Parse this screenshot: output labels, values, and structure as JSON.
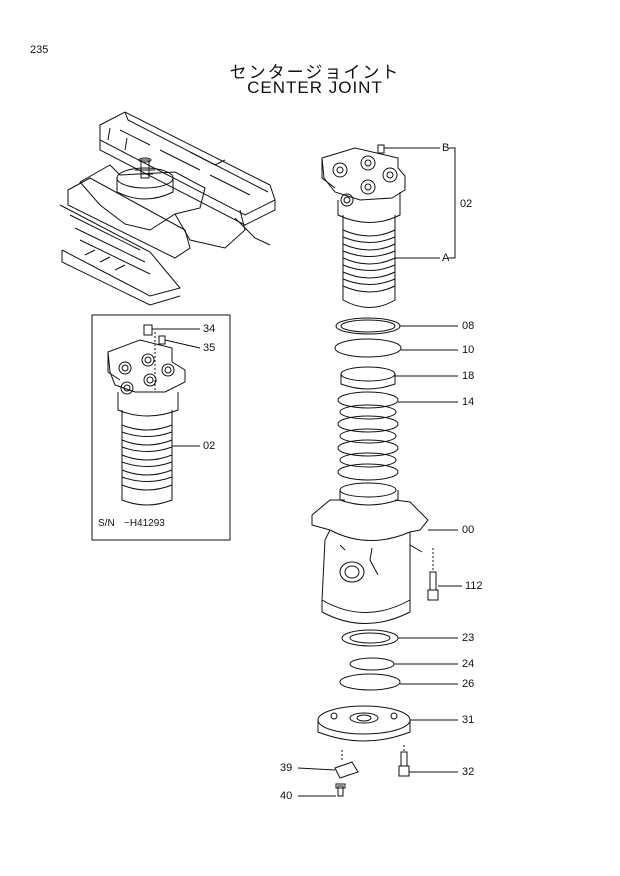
{
  "page_number": "235",
  "title_jp": "センタージョイント",
  "title_en": "CENTER JOINT",
  "serial_note": {
    "prefix": "S/N",
    "range": "~H41293"
  },
  "callouts": {
    "b": "B",
    "a": "A",
    "p02": "02",
    "p08": "08",
    "p10": "10",
    "p18": "18",
    "p14": "14",
    "p00": "00",
    "p112": "112",
    "p23": "23",
    "p24": "24",
    "p26": "26",
    "p31": "31",
    "p32": "32",
    "p39": "39",
    "p40": "40",
    "inset34": "34",
    "inset35": "35",
    "inset02": "02"
  }
}
